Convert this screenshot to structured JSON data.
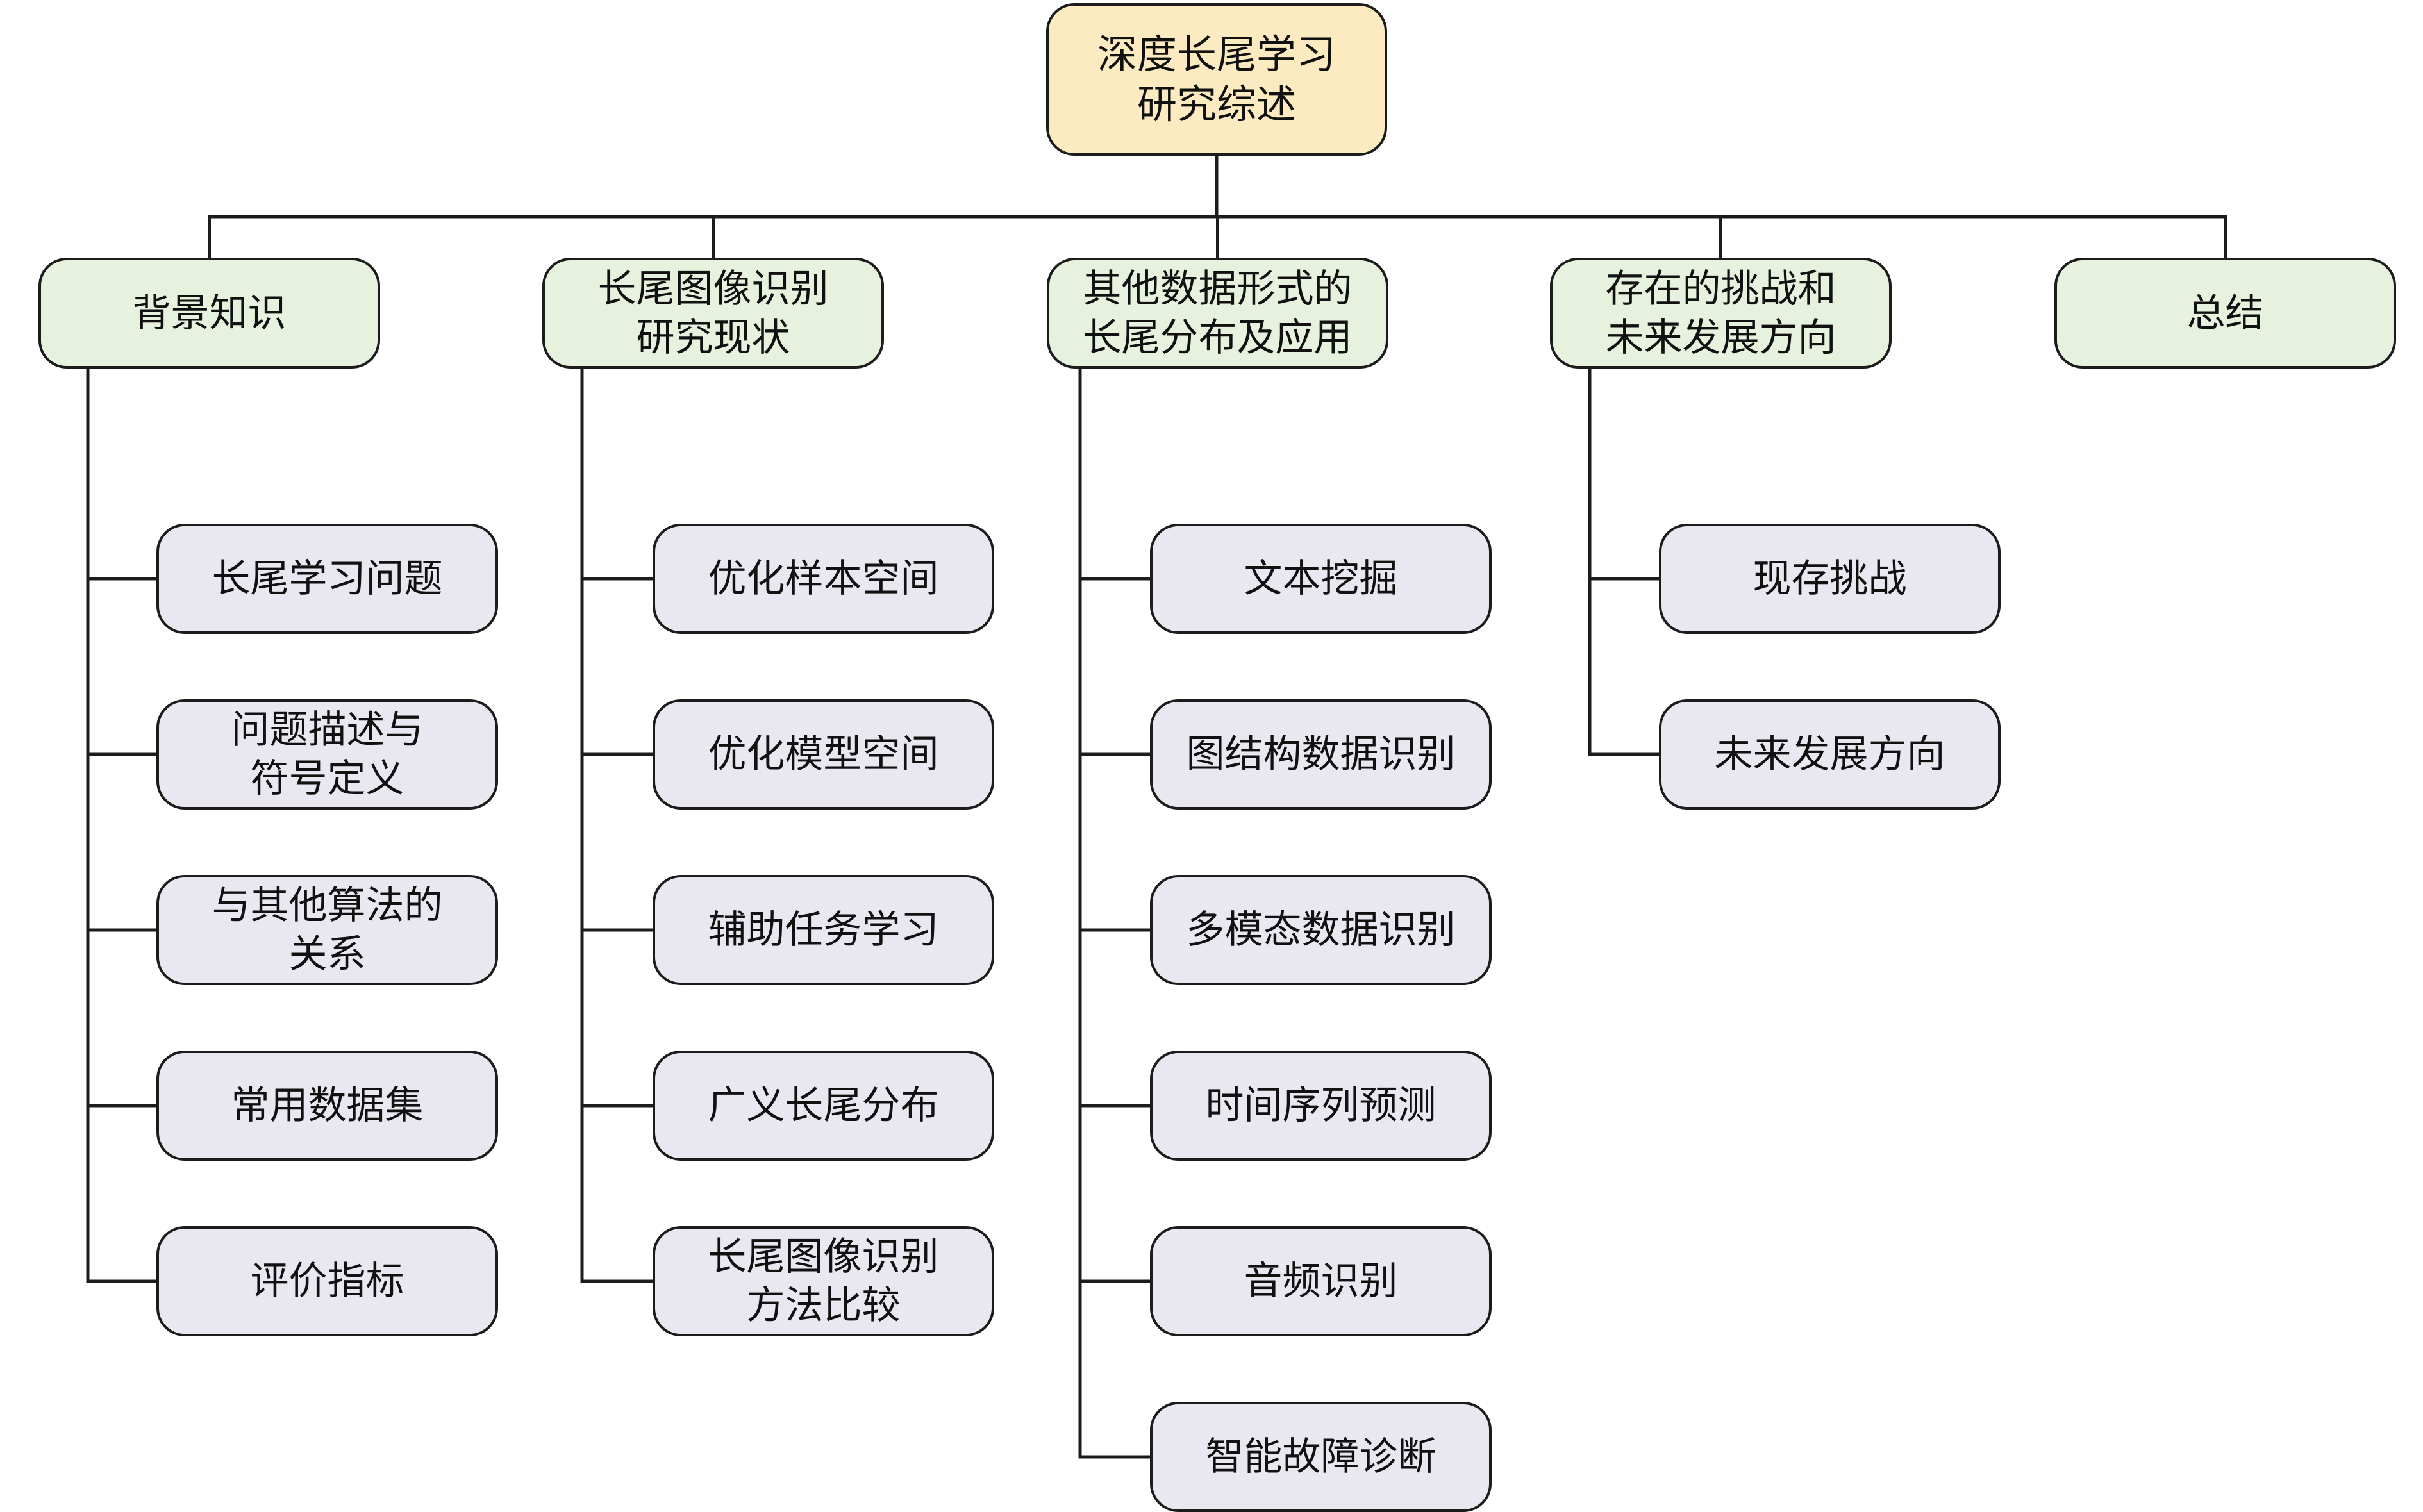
{
  "root": {
    "lines": [
      "深度长尾学习",
      "研究综述"
    ]
  },
  "branches": [
    {
      "lines": [
        "背景知识"
      ],
      "children": [
        [
          "长尾学习问题"
        ],
        [
          "问题描述与",
          "符号定义"
        ],
        [
          "与其他算法的",
          "关系"
        ],
        [
          "常用数据集"
        ],
        [
          "评价指标"
        ]
      ]
    },
    {
      "lines": [
        "长尾图像识别",
        "研究现状"
      ],
      "children": [
        [
          "优化样本空间"
        ],
        [
          "优化模型空间"
        ],
        [
          "辅助任务学习"
        ],
        [
          "广义长尾分布"
        ],
        [
          "长尾图像识别",
          "方法比较"
        ]
      ]
    },
    {
      "lines": [
        "其他数据形式的",
        "长尾分布及应用"
      ],
      "children": [
        [
          "文本挖掘"
        ],
        [
          "图结构数据识别"
        ],
        [
          "多模态数据识别"
        ],
        [
          "时间序列预测"
        ],
        [
          "音频识别"
        ],
        [
          "智能故障诊断"
        ]
      ]
    },
    {
      "lines": [
        "存在的挑战和",
        "未来发展方向"
      ],
      "children": [
        [
          "现存挑战"
        ],
        [
          "未来发展方向"
        ]
      ]
    },
    {
      "lines": [
        "总结"
      ],
      "children": []
    }
  ],
  "colors": {
    "root_fill": "#fcebc0",
    "level1_fill": "#e6f1de",
    "level2_fill": "#e9e8f1",
    "stroke": "#1c1c1c"
  }
}
